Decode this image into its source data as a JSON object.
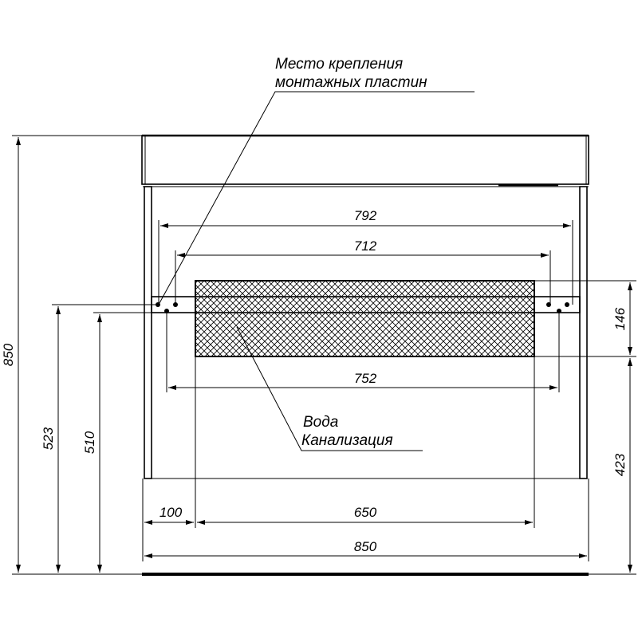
{
  "labels": {
    "mounting_line1": "Место крепления",
    "mounting_line2": "монтажных пластин",
    "water": "Вода",
    "sewer": "Канализация"
  },
  "dimensions": {
    "mount_outer": "792",
    "mount_inner": "712",
    "pipe_spacing": "752",
    "left_offset": "100",
    "zone_width": "650",
    "total_width": "850",
    "total_height": "850",
    "mount_height_upper": "523",
    "mount_height_lower": "510",
    "zone_height": "146",
    "zone_bottom": "423"
  }
}
